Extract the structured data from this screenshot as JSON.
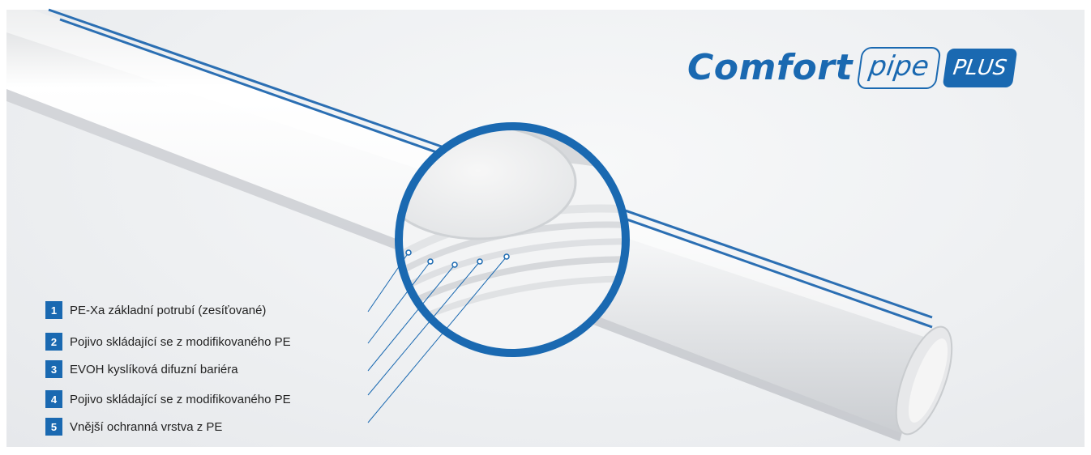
{
  "logo": {
    "word1": "Comfort",
    "word2": "pipe",
    "word3": "PLUS"
  },
  "layers": [
    {
      "num": "1",
      "label": "PE-Xa základní potrubí (zesíťované)"
    },
    {
      "num": "2",
      "label": "Pojivo skládající se z modifikovaného PE"
    },
    {
      "num": "3",
      "label": "EVOH kyslíková difuzní bariéra"
    },
    {
      "num": "4",
      "label": "Pojivo skládající se z modifikovaného PE"
    },
    {
      "num": "5",
      "label": "Vnější ochranná vrstva z PE"
    }
  ],
  "colors": {
    "brand_blue": "#1a69b1",
    "pipe_white": "#f6f6f6",
    "stripe_blue": "#2b6fb3"
  }
}
